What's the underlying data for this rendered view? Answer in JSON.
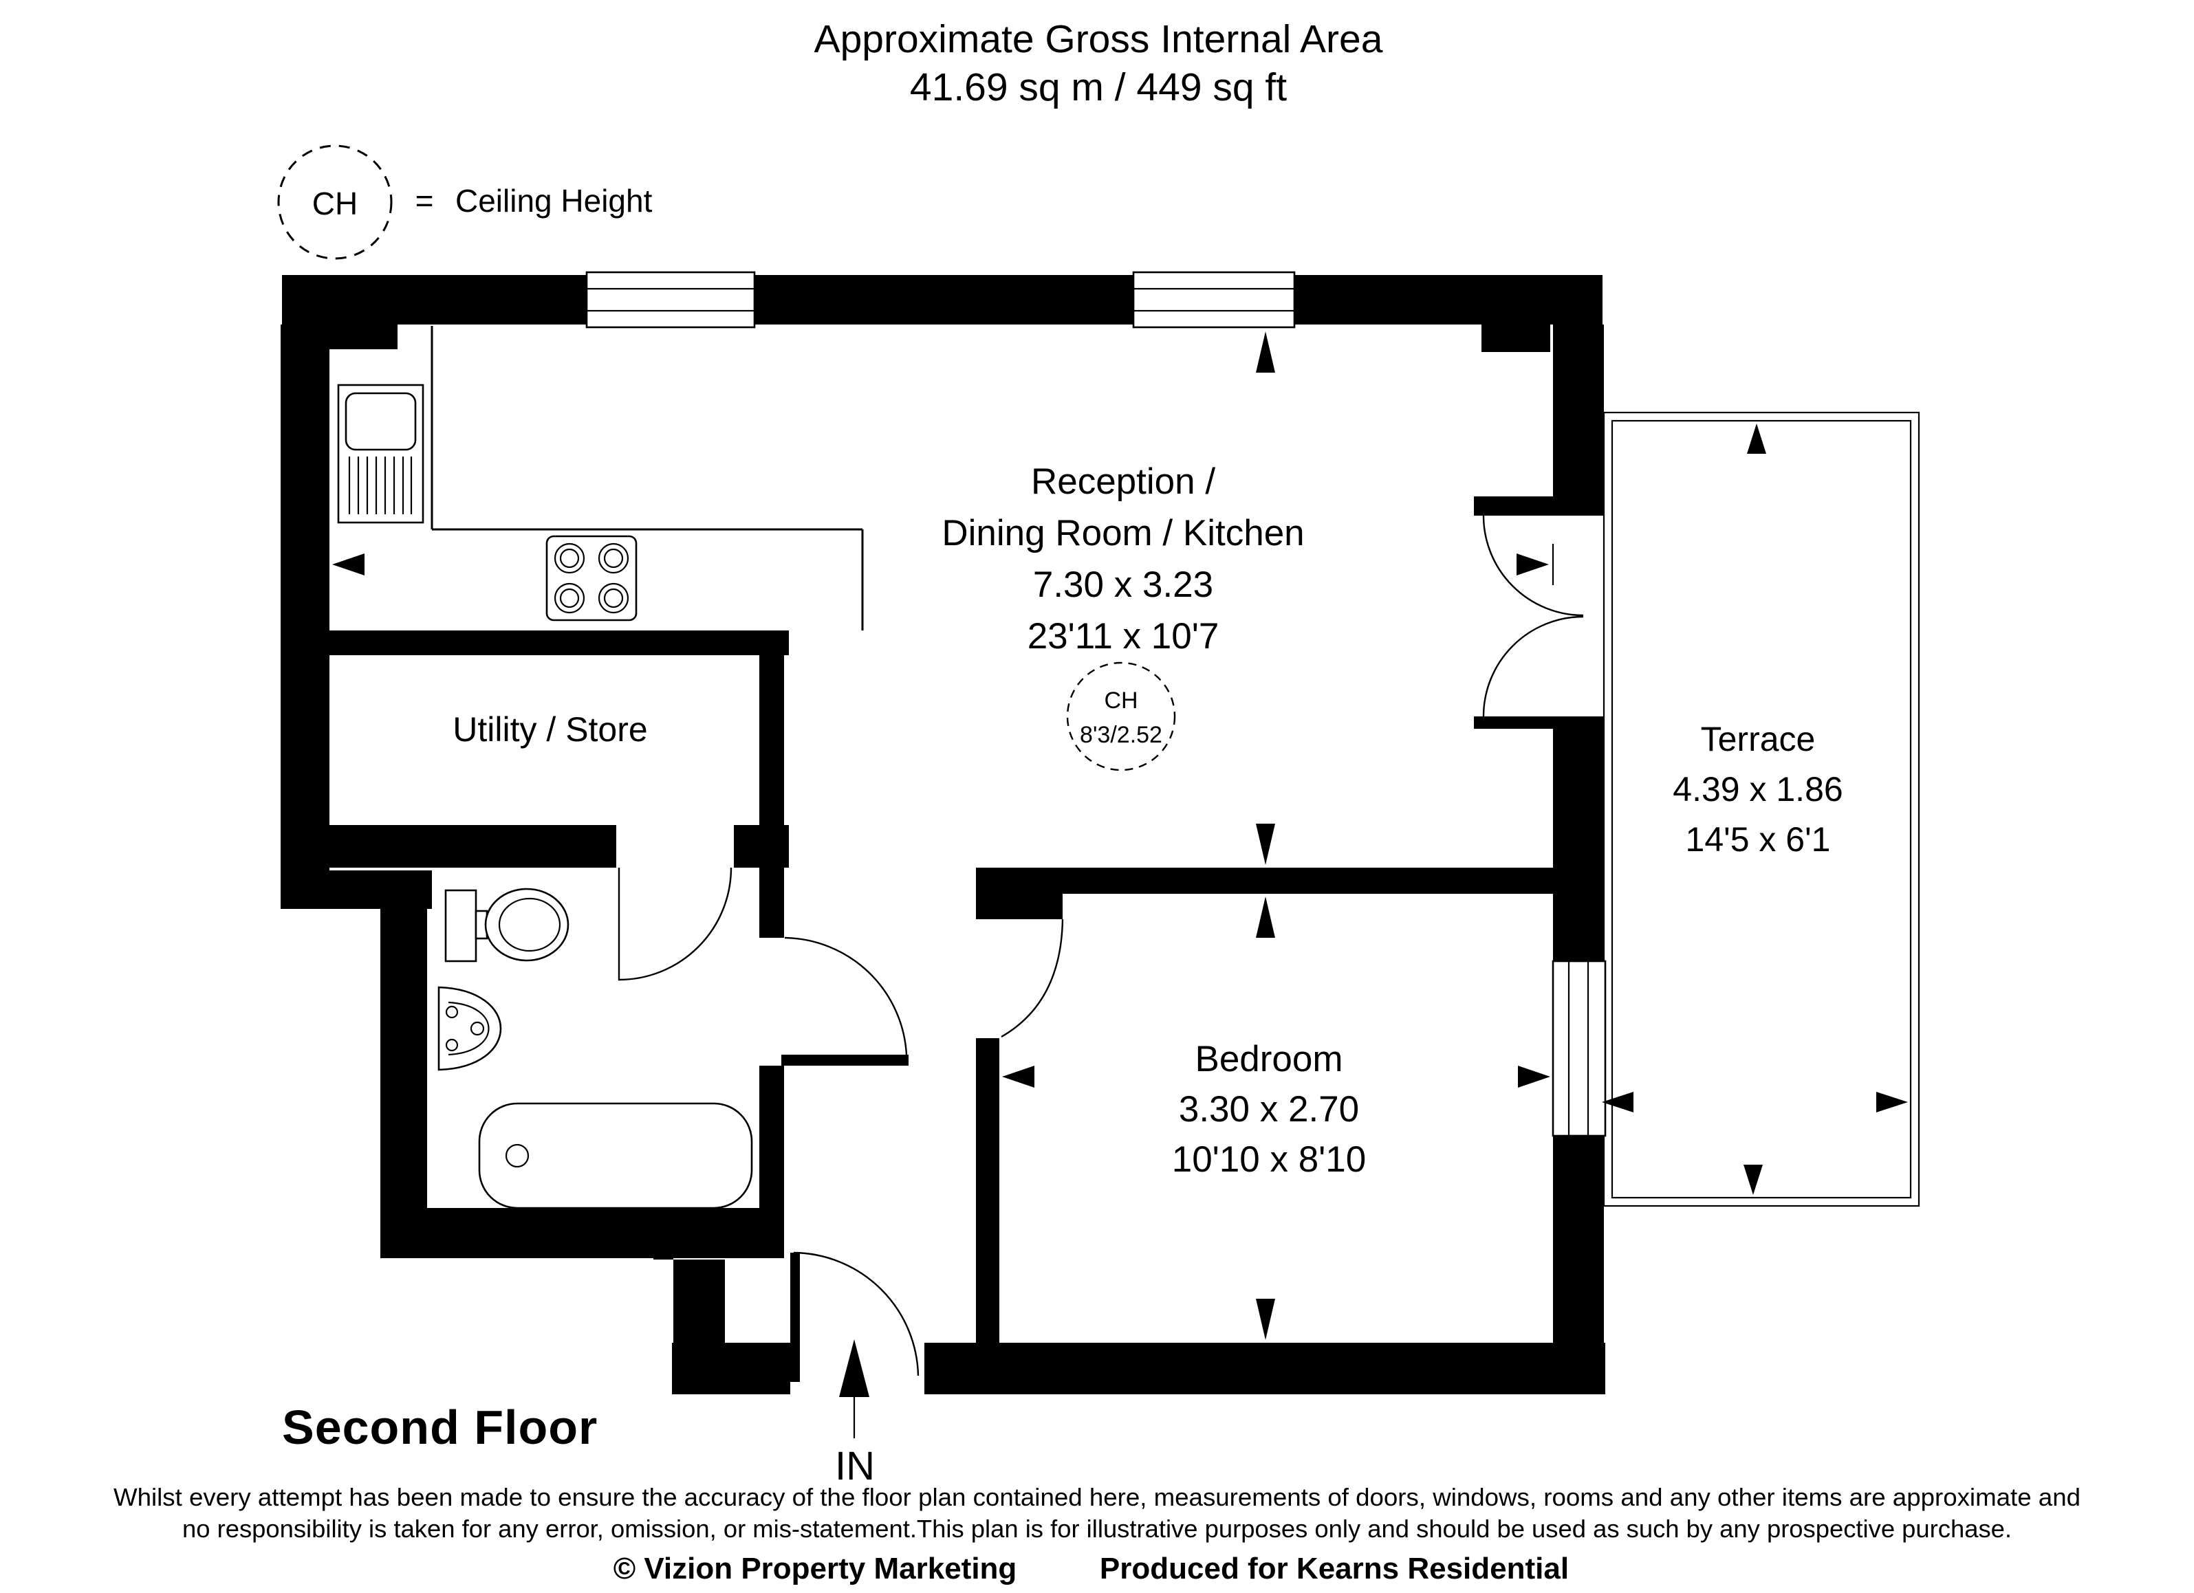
{
  "header": {
    "title_line1": "Approximate Gross Internal Area",
    "title_line2": "41.69 sq m / 449 sq ft"
  },
  "legend": {
    "symbol": "CH",
    "equals": "=",
    "label": "Ceiling Height"
  },
  "rooms": {
    "reception": {
      "name_line1": "Reception /",
      "name_line2": "Dining Room / Kitchen",
      "size_metric": "7.30 x 3.23",
      "size_imperial": "23'11 x 10'7",
      "ceiling": {
        "symbol": "CH",
        "value": "8'3/2.52"
      }
    },
    "utility": {
      "name": "Utility / Store"
    },
    "terrace": {
      "name": "Terrace",
      "size_metric": "4.39 x 1.86",
      "size_imperial": "14'5 x 6'1"
    },
    "bedroom": {
      "name": "Bedroom",
      "size_metric": "3.30 x 2.70",
      "size_imperial": "10'10 x 8'10"
    }
  },
  "floor_label": "Second Floor",
  "entrance_label": "IN",
  "footer": {
    "disclaimer_line1": "Whilst every attempt has been made to ensure the accuracy of the floor plan contained here, measurements of doors, windows, rooms and any other items are approximate and",
    "disclaimer_line2": "no responsibility is taken for any error, omission, or mis-statement.This plan is for illustrative purposes only and should be used as such by any prospective purchase.",
    "copyright": "© Vizion Property Marketing",
    "produced_for": "Produced for Kearns Residential"
  }
}
